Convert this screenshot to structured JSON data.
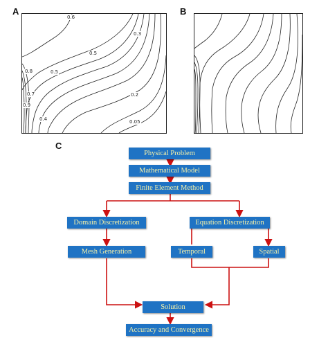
{
  "panels": {
    "a": "A",
    "b": "B",
    "c": "C"
  },
  "contour_labels": {
    "l06": "0.6",
    "l03": "0.3",
    "l05a": "0.5",
    "l05b": "0.5",
    "l08": "0.8",
    "l07": "0.7",
    "l09": "0.9",
    "l02": "0.2",
    "l04": "0.4",
    "l005": "0.05"
  },
  "flowchart": {
    "physical_problem": "Physical Problem",
    "mathematical_model": "Mathematical Model",
    "finite_element_method": "Finite Element Method",
    "domain_discretization": "Domain Discretization",
    "equation_discretization": "Equation Discretization",
    "mesh_generation": "Mesh Generation",
    "temporal": "Temporal",
    "spatial": "Spatial",
    "solution": "Solution",
    "accuracy_convergence": "Accuracy and Convergence"
  },
  "colors": {
    "box_fill": "#1f73c4",
    "box_text": "#f6f1a8",
    "arrow": "#cc1111"
  }
}
